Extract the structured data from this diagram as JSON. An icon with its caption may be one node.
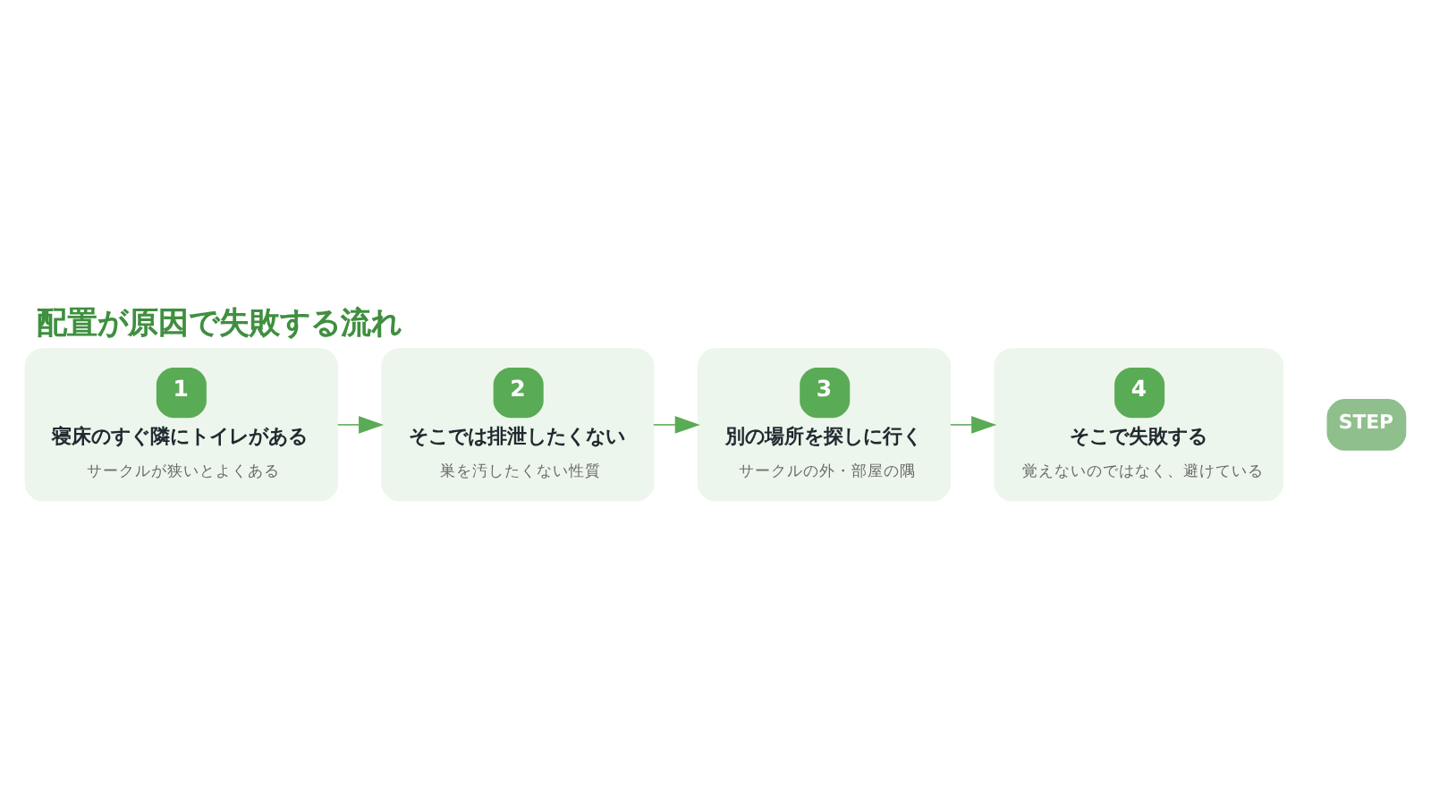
{
  "diagram": {
    "title": "配置が原因で失敗する流れ",
    "nodes": [
      {
        "text": [
          "1",
          "寝床のすぐ隣にトイレがある",
          "サークルが狭いとよくある"
        ]
      },
      {
        "text": [
          "2",
          "そこでは排泄したくない",
          "巣を汚したくない性質"
        ]
      },
      {
        "text": [
          "3",
          "別の場所を探しに行く",
          "サークルの外・部屋の隅"
        ]
      },
      {
        "text": [
          "4",
          "そこで失敗する",
          "覚えないのではなく、避けている"
        ]
      }
    ],
    "edges": [
      {
        "from": 0,
        "to": 1,
        "arrow": "to"
      },
      {
        "from": 1,
        "to": 2,
        "arrow": "to"
      },
      {
        "from": 2,
        "to": 3,
        "arrow": "to"
      }
    ],
    "labels": [
      "STEP"
    ]
  }
}
